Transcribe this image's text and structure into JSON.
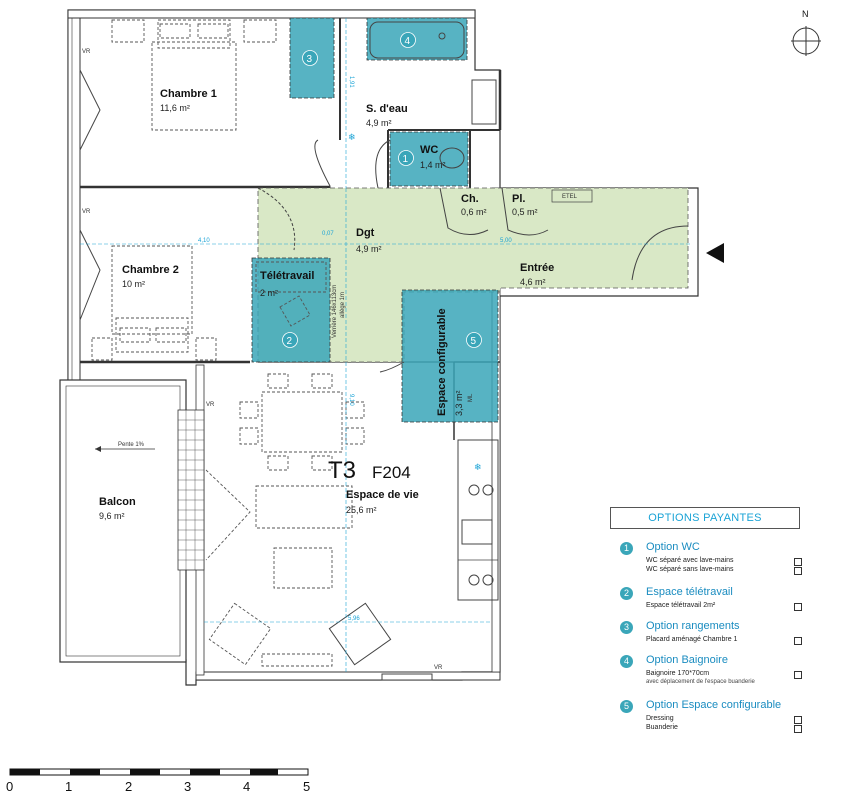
{
  "apartment": {
    "type": "T3",
    "ref": "F204"
  },
  "compass": {
    "label": "N"
  },
  "rooms": {
    "chambre1": {
      "name": "Chambre 1",
      "area": "11,6 m²"
    },
    "sdeau": {
      "name": "S. d'eau",
      "area": "4,9 m²"
    },
    "wc": {
      "name": "WC",
      "area": "1,4 m²"
    },
    "ch": {
      "name": "Ch.",
      "area": "0,6 m²"
    },
    "pl": {
      "name": "Pl.",
      "area": "0,5 m²"
    },
    "etel": {
      "name": "ETEL"
    },
    "dgt": {
      "name": "Dgt",
      "area": "4,9 m²"
    },
    "entree": {
      "name": "Entrée",
      "area": "4,6 m²"
    },
    "chambre2": {
      "name": "Chambre 2",
      "area": "10 m²"
    },
    "teletravail": {
      "name": "Télétravail",
      "area": "2 m²"
    },
    "espace_config": {
      "name": "Espace configurable",
      "area": "3,3 m²",
      "sub": "ML"
    },
    "espace_vie": {
      "name": "Espace de vie",
      "area": "25,6 m²"
    },
    "balcon": {
      "name": "Balcon",
      "area": "9,6 m²",
      "slope": "Pente 1%"
    }
  },
  "labels": {
    "vr": "VR",
    "verriere": "Verrière 146x113cm",
    "allege": "allège 1m"
  },
  "dimensions": {
    "d191": "1,91",
    "d410": "4,10",
    "d007": "0,07",
    "d500": "5,00",
    "d910": "9,10",
    "d596": "5,96"
  },
  "badges": [
    "1",
    "2",
    "3",
    "4",
    "5"
  ],
  "scale": {
    "ticks": [
      "0",
      "1",
      "2",
      "3",
      "4",
      "5"
    ]
  },
  "colors": {
    "option": "#3aa6b9",
    "circulation": "#d9e8c6",
    "dimension": "#1aa3d6",
    "legend_title": "#1aa3d6"
  },
  "legend": {
    "title": "OPTIONS PAYANTES",
    "options": [
      {
        "num": "1",
        "title": "Option WC",
        "items": [
          "WC séparé avec lave-mains",
          "WC séparé sans lave-mains"
        ]
      },
      {
        "num": "2",
        "title": "Espace télétravail",
        "items": [
          "Espace télétravail 2m²"
        ]
      },
      {
        "num": "3",
        "title": "Option rangements",
        "items": [
          "Placard aménagé Chambre 1"
        ]
      },
      {
        "num": "4",
        "title": "Option Baignoire",
        "items": [
          "Baignoire 170*70cm"
        ],
        "sub": "avec déplacement de l'espace buanderie"
      },
      {
        "num": "5",
        "title": "Option Espace configurable",
        "items": [
          "Dressing",
          "Buanderie"
        ]
      }
    ]
  }
}
